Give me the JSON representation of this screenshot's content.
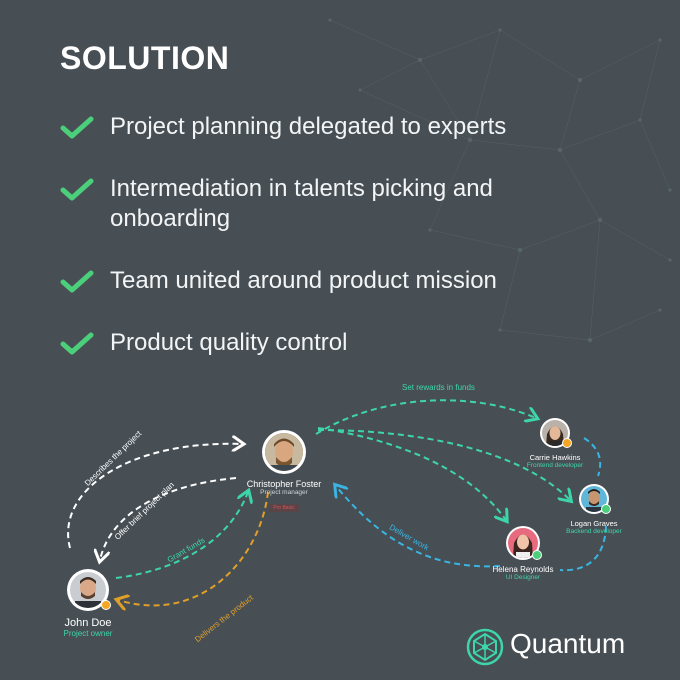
{
  "heading": "SOLUTION",
  "bullets": [
    "Project planning delegated to experts",
    "Intermediation in talents picking and",
    "onboarding",
    "Team united around product mission",
    "Product quality control"
  ],
  "people": {
    "christopher": {
      "name": "Christopher Foster",
      "role": "Project manager",
      "badge": "Pro Basic"
    },
    "carrie": {
      "name": "Carrie Hawkins",
      "role": "Frontend developer"
    },
    "logan": {
      "name": "Logan Graves",
      "role": "Backend developer"
    },
    "helena": {
      "name": "Helena Reynolds",
      "role": "UI Designer"
    },
    "john": {
      "name": "John Doe",
      "role": "Project owner"
    }
  },
  "edges": {
    "describes": "Describes the project",
    "offer": "Offer brief project plan",
    "grant": "Grant funds",
    "delivers_product": "Delivers the product",
    "rewards": "Set rewards in funds",
    "deliver_work": "Deliver work"
  },
  "brand": "Quantum",
  "colors": {
    "background": "#474f55",
    "check": "#4ccf7a",
    "teal": "#3dd6a8",
    "blue": "#3ab4e0",
    "orange": "#e0a028",
    "white": "#ffffff",
    "online": "#4ccf7a",
    "away": "#f5a623"
  }
}
